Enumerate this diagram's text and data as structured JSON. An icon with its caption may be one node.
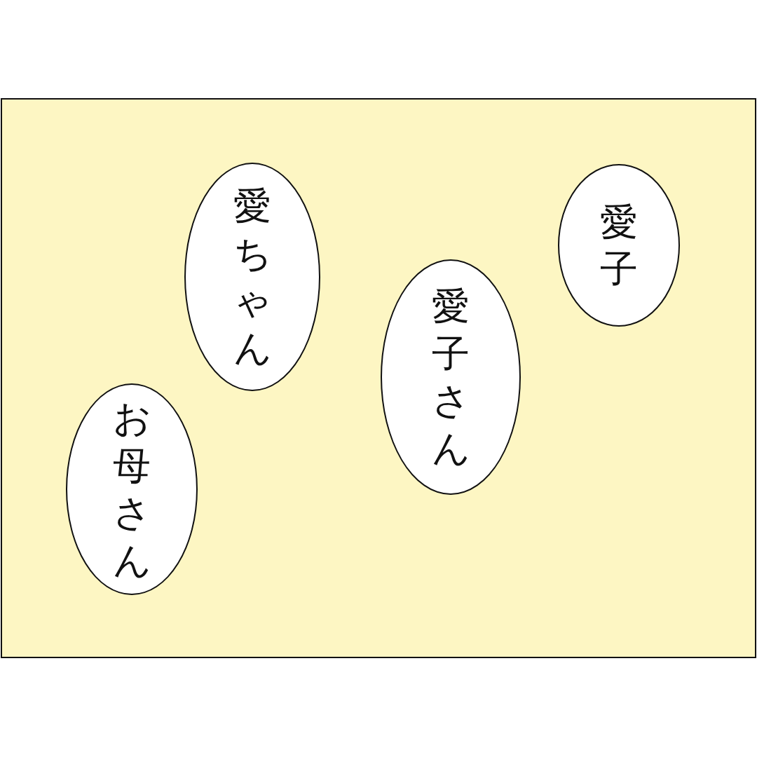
{
  "diagram": {
    "nodes": [
      {
        "text": [
          "愛子"
        ]
      },
      {
        "text": [
          "愛子さん"
        ]
      },
      {
        "text": [
          "愛ちゃん"
        ]
      },
      {
        "text": [
          "お母さん"
        ]
      }
    ]
  }
}
